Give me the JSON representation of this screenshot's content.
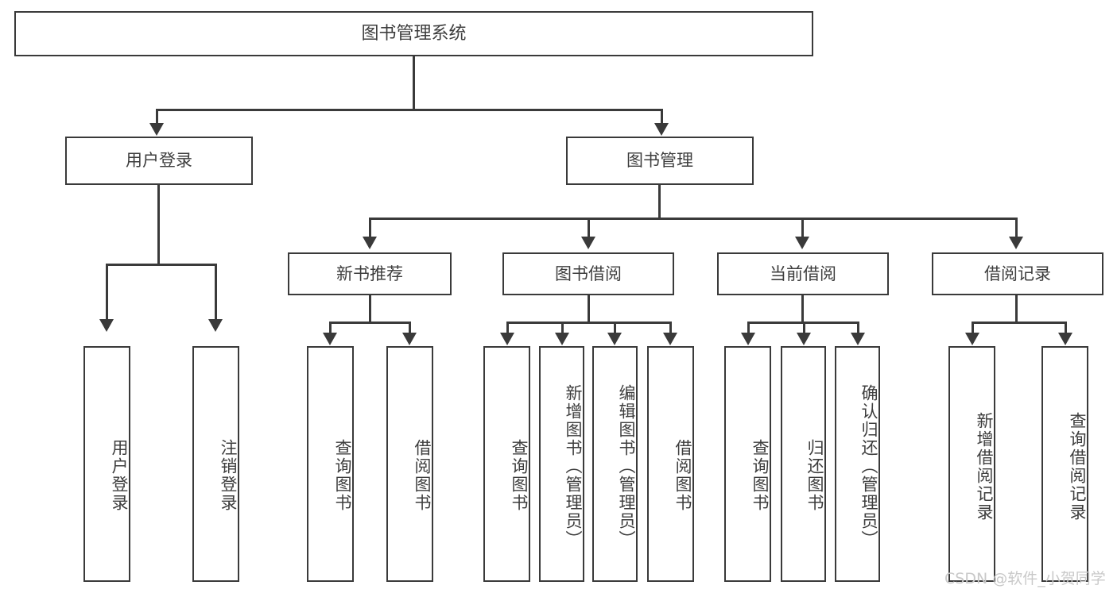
{
  "diagram": {
    "title": "图书管理系统",
    "type": "功能结构图",
    "watermark": "CSDN @软件_小贺同学",
    "colors": {
      "stroke": "#3a3a3a",
      "text": "#3d3d3d",
      "background": "#ffffff",
      "watermark": "#c9c9c9"
    },
    "root": {
      "label": "图书管理系统"
    },
    "level2": [
      {
        "label": "用户登录"
      },
      {
        "label": "图书管理"
      }
    ],
    "level3": [
      {
        "label": "新书推荐"
      },
      {
        "label": "图书借阅"
      },
      {
        "label": "当前借阅"
      },
      {
        "label": "借阅记录"
      }
    ],
    "leaves": {
      "user_login": [
        {
          "label": "用户登录"
        },
        {
          "label": "注销登录"
        }
      ],
      "new_book": [
        {
          "label": "查询图书"
        },
        {
          "label": "借阅图书"
        }
      ],
      "book_borrow": [
        {
          "label": "查询图书"
        },
        {
          "label": "新增图书（管理员）"
        },
        {
          "label": "编辑图书（管理员）"
        },
        {
          "label": "借阅图书"
        }
      ],
      "current_borrow": [
        {
          "label": "查询图书"
        },
        {
          "label": "归还图书"
        },
        {
          "label": "确认归还（管理员）"
        }
      ],
      "borrow_record": [
        {
          "label": "新增借阅记录"
        },
        {
          "label": "查询借阅记录"
        }
      ]
    }
  }
}
